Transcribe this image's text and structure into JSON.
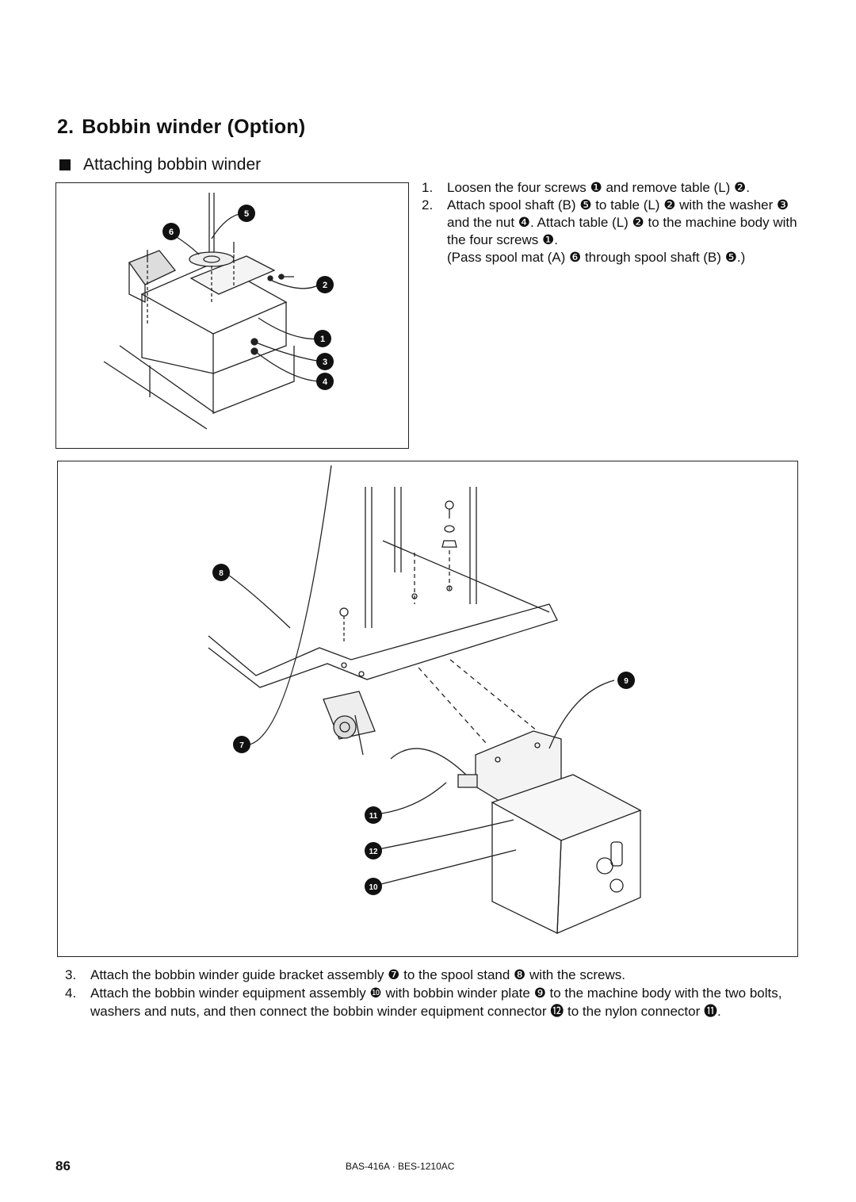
{
  "heading": {
    "number": "2.",
    "title": "Bobbin winder (Option)"
  },
  "subheading": "Attaching bobbin winder",
  "steps_top": [
    {
      "n": "1.",
      "text": "Loosen the four screws ❶ and remove table (L) ❷."
    },
    {
      "n": "2.",
      "text": "Attach spool shaft (B) ❺ to table (L) ❷ with the washer ❸ and the nut ❹. Attach table (L) ❷ to the machine body with the four screws ❶."
    }
  ],
  "step_note": "(Pass spool mat (A) ❻ through spool shaft (B) ❺.)",
  "figure1_callouts": [
    "1",
    "2",
    "3",
    "4",
    "5",
    "6"
  ],
  "figure2_callouts": [
    "7",
    "8",
    "9",
    "10",
    "11",
    "12"
  ],
  "steps_bottom": [
    {
      "n": "3.",
      "text": "Attach the bobbin winder guide bracket assembly ❼ to the spool stand ❽ with the screws."
    },
    {
      "n": "4.",
      "text": "Attach the bobbin winder equipment assembly ❿ with bobbin winder plate ❾ to the machine body with the two bolts, washers and nuts, and then connect the bobbin winder equipment connector ⓬ to the nylon connector ⓫."
    }
  ],
  "footer": {
    "page_number": "86",
    "model": "BAS-416A · BES-1210AC"
  }
}
